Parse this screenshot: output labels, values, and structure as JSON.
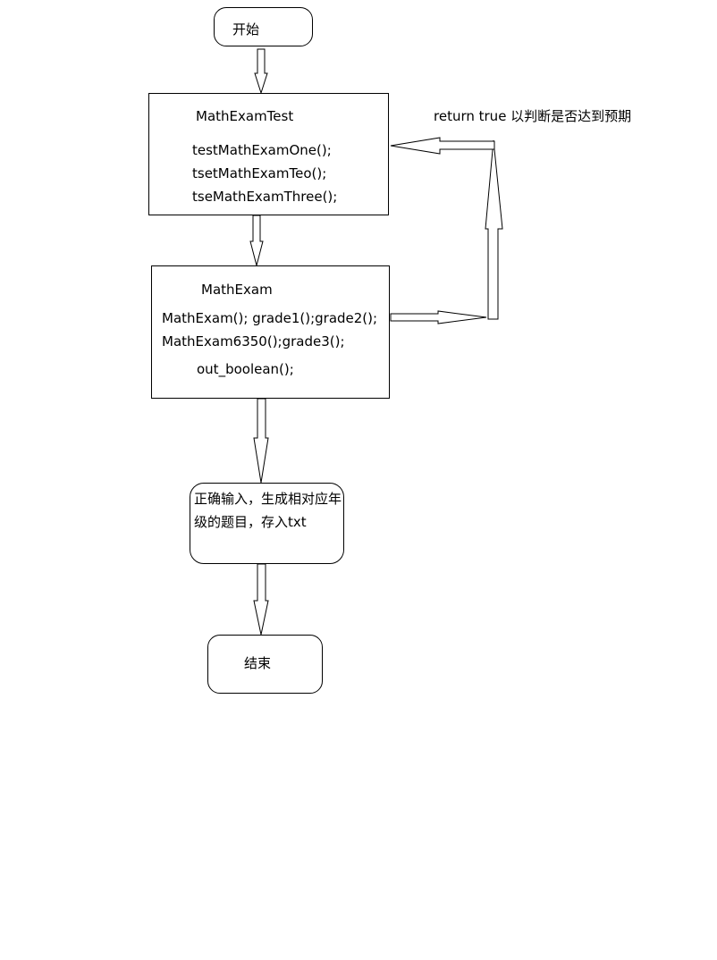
{
  "flowchart": {
    "start": {
      "label": "开始"
    },
    "test_class": {
      "title": "MathExamTest",
      "methods": [
        "testMathExamOne();",
        "tsetMathExamTeo();",
        "tseMathExamThree();"
      ]
    },
    "exam_class": {
      "title": "MathExam",
      "lines": [
        "MathExam(); grade1();grade2();",
        "MathExam6350();grade3();",
        "out_boolean();"
      ]
    },
    "output": {
      "lines": [
        "正确输入，生成相对应年",
        "级的题目，存入txt"
      ]
    },
    "end": {
      "label": "结束"
    },
    "return_note": "return true 以判断是否达到预期"
  }
}
